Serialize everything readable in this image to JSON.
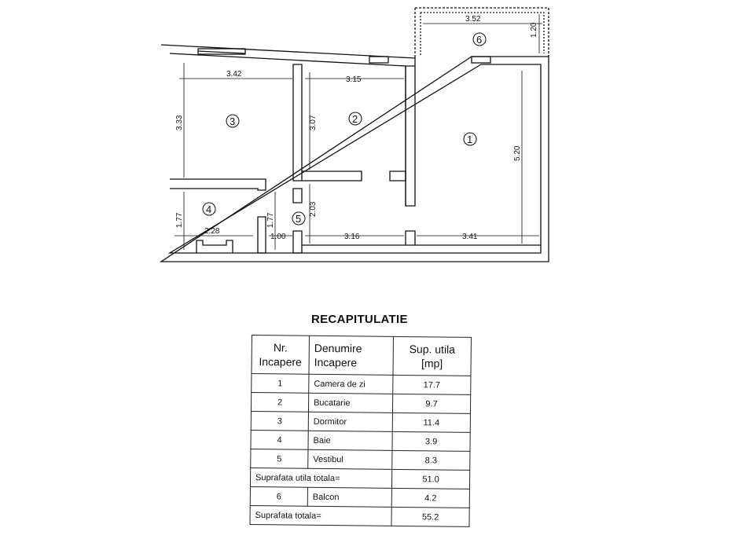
{
  "plan": {
    "dimensions": {
      "balcony_width": "3.52",
      "balcony_depth": "1.20",
      "room3_width": "3.42",
      "room2_width": "3.15",
      "room3_height": "3.33",
      "room2_height": "3.07",
      "room1_height": "5.20",
      "bath_height_left": "1.77",
      "bath_height_right": "1.77",
      "bath_width": "2.28",
      "door_width": "1.00",
      "hall_height": "2.03",
      "hall_width": "3.16",
      "room1_width": "3.41"
    },
    "room_numbers": [
      "1",
      "2",
      "3",
      "4",
      "5",
      "6"
    ]
  },
  "recap": {
    "title": "RECAPITULATIE",
    "headers": {
      "nr_line1": "Nr.",
      "nr_line2": "Incapere",
      "name_line1": "Denumire",
      "name_line2": "Incapere",
      "area_line1": "Sup. utila",
      "area_line2": "[mp]"
    },
    "rows": [
      {
        "nr": "1",
        "name": "Camera de zi",
        "area": "17.7"
      },
      {
        "nr": "2",
        "name": "Bucatarie",
        "area": "9.7"
      },
      {
        "nr": "3",
        "name": "Dormitor",
        "area": "11.4"
      },
      {
        "nr": "4",
        "name": "Baie",
        "area": "3.9"
      },
      {
        "nr": "5",
        "name": "Vestibul",
        "area": "8.3"
      }
    ],
    "useful_total_label": "Suprafata utila totala=",
    "useful_total_value": "51.0",
    "balcony_row": {
      "nr": "6",
      "name": "Balcon",
      "area": "4.2"
    },
    "grand_total_label": "Suprafata totala=",
    "grand_total_value": "55.2"
  }
}
